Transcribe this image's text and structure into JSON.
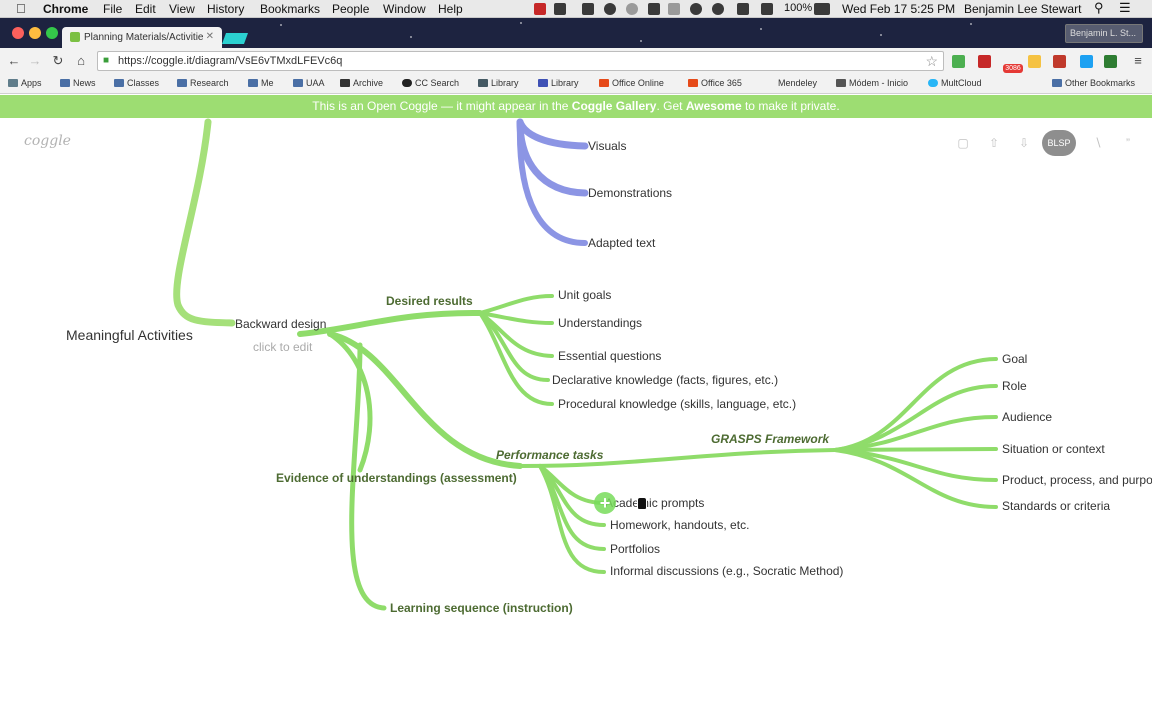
{
  "menubar": {
    "app": "Chrome",
    "menus": [
      "File",
      "Edit",
      "View",
      "History",
      "Bookmarks",
      "People",
      "Window",
      "Help"
    ],
    "battery": "100%",
    "datetime": "Wed Feb 17  5:25 PM",
    "user": "Benjamin Lee Stewart"
  },
  "browser": {
    "tab_title": "Planning Materials/Activitie",
    "profile": "Benjamin L. St...",
    "url": "https://coggle.it/diagram/VsE6vTMxdLFEVc6q",
    "ext_badge": "3086",
    "bookmarks": [
      "Apps",
      "News",
      "Classes",
      "Research",
      "Me",
      "UAA",
      "Archive",
      "CC Search",
      "Library",
      "Library",
      "Office Online",
      "Office 365",
      "Mendeley",
      "Módem - Inicio",
      "MultCloud",
      "Other Bookmarks"
    ]
  },
  "banner": {
    "pre": "This is an Open Coggle — it might appear in the ",
    "gallery": "Coggle Gallery",
    "mid": ". Get ",
    "awesome": "Awesome",
    "post": " to make it private."
  },
  "app": {
    "logo": "coggle",
    "avatar": "BLSP"
  },
  "mindmap": {
    "root": "Meaningful Activities",
    "backward_design": "Backward design",
    "click_to_edit": "click to edit",
    "blue_branch": [
      "Visuals",
      "Demonstrations",
      "Adapted text"
    ],
    "desired_results": "Desired results",
    "desired_children": [
      "Unit goals",
      "Understandings",
      "Essential questions",
      "Declarative knowledge (facts, figures, etc.)",
      "Procedural knowledge (skills, language, etc.)"
    ],
    "evidence": "Evidence of understandings (assessment)",
    "performance_tasks": "Performance tasks",
    "grasps": "GRASPS Framework",
    "grasps_children": [
      "Goal",
      "Role",
      "Audience",
      "Situation or context",
      "Product, process, and purpose",
      "Standards or criteria"
    ],
    "performance_children": [
      "Academic prompts",
      "Homework, handouts, etc.",
      "Portfolios",
      "Informal discussions (e.g., Socratic Method)"
    ],
    "learning_sequence": "Learning sequence (instruction)"
  },
  "colors": {
    "branch_green": "#8fdc6a",
    "branch_blue": "#8c95e4",
    "banner": "#9ddd72"
  },
  "icons": [
    "apple-icon",
    "lock-icon",
    "star-icon",
    "plus-icon",
    "present-icon",
    "share-icon",
    "download-icon",
    "quote-icon"
  ]
}
